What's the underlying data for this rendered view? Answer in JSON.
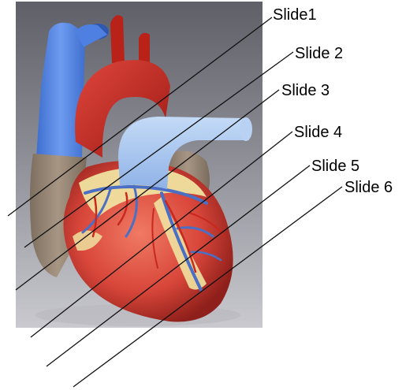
{
  "labels": [
    "Slide1",
    "Slide 2",
    "Slide 3",
    "Slide 4",
    "Slide 5",
    "Slide 6"
  ],
  "colors": {
    "vein_blue": "#5b8ee6",
    "artery_red": "#c8281e",
    "pulmonary_light_blue": "#a9c8f2",
    "myocardium": "#d8463a",
    "fat_yellow": "#efe2a0",
    "atrium_tan": "#9a8a78",
    "vessel_on_surface": "#4a6fc4"
  }
}
